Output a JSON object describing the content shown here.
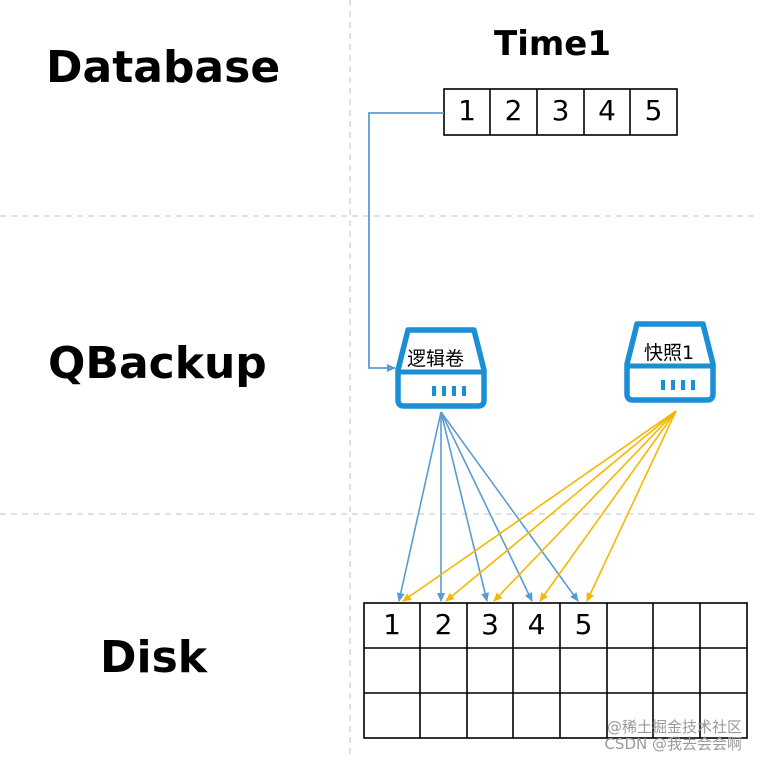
{
  "rows": {
    "database": "Database",
    "qbackup": "QBackup",
    "disk": "Disk"
  },
  "time_label": "Time1",
  "database_blocks": [
    "1",
    "2",
    "3",
    "4",
    "5"
  ],
  "volumes": {
    "logical": "逻辑卷",
    "snapshot": "快照1"
  },
  "disk_blocks": [
    "1",
    "2",
    "3",
    "4",
    "5"
  ],
  "colors": {
    "blue_arrow": "#5b9bd5",
    "yellow_arrow": "#f5b800",
    "drive_icon": "#1a8fd6",
    "grid_dash": "#d9d9d9"
  },
  "icons": [
    "drive-icon-logical",
    "drive-icon-snapshot"
  ],
  "watermark": {
    "line1": "@稀土掘金技术社区",
    "line2": "CSDN @我去会会啊"
  }
}
